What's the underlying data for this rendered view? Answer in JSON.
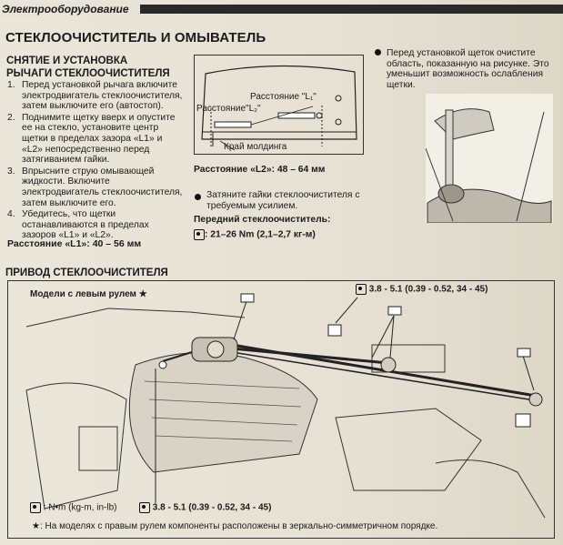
{
  "header": {
    "label": "Электрооборудование"
  },
  "section": {
    "title": "СТЕКЛООЧИСТИТЕЛЬ И ОМЫВАТЕЛЬ"
  },
  "removal": {
    "title": "СНЯТИЕ И УСТАНОВКА",
    "subtitle": "РЫЧАГИ СТЕКЛООЧИСТИТЕЛЯ"
  },
  "steps": [
    {
      "num": "1.",
      "text": "Перед установкой рычага включите электродвигатель стеклоочистителя, затем выключите его (автостоп)."
    },
    {
      "num": "2.",
      "text": "Поднимите щетку вверх и опустите ее на стекло, установите центр щетки в пределах зазора «L1» и «L2» непосредственно перед затягиванием гайки."
    },
    {
      "num": "3.",
      "text": "Впрысните струю омывающей жидкости. Включите электродвигатель стеклоочистителя, затем выключите его."
    },
    {
      "num": "4.",
      "text": "Убедитесь, что щетки останавливаются в пределах зазоров «L1» и «L2»."
    }
  ],
  "dist_l1": "Расстояние «L1»: 40 – 56 мм",
  "figure_top": {
    "label_l1": "Расстояние \"L₁\"",
    "label_l2": "Расстояние\"L₂\"",
    "molding": "Край молдинга"
  },
  "dist_l2": "Расстояние «L2»: 48 – 64 мм",
  "nut_note": "Затяните гайки стеклоочистителя с требуемым усилием.",
  "front_wiper": {
    "title": "Передний стеклоочиститель:",
    "torque": ": 21–26 Nm (2,1–2,7 кг-м)"
  },
  "top_note": "Перед установкой щеток очистите область, показанную на рисунке. Это уменьшит возможность ослабления щетки.",
  "drive": {
    "title": "ПРИВОД СТЕКЛООЧИСТИТЕЛЯ",
    "models": "Модели с левым рулем ★",
    "torque_top": "3.8 - 5.1 (0.39 - 0.52, 34 - 45)",
    "torque_bottom": "3.8 - 5.1 (0.39 - 0.52, 34 - 45)",
    "legend_units": ": N•m (kg-m, in-lb)",
    "footnote_star": "★",
    "footnote": ": На моделях с правым рулем компоненты расположены в зеркально-симметричном порядке."
  }
}
